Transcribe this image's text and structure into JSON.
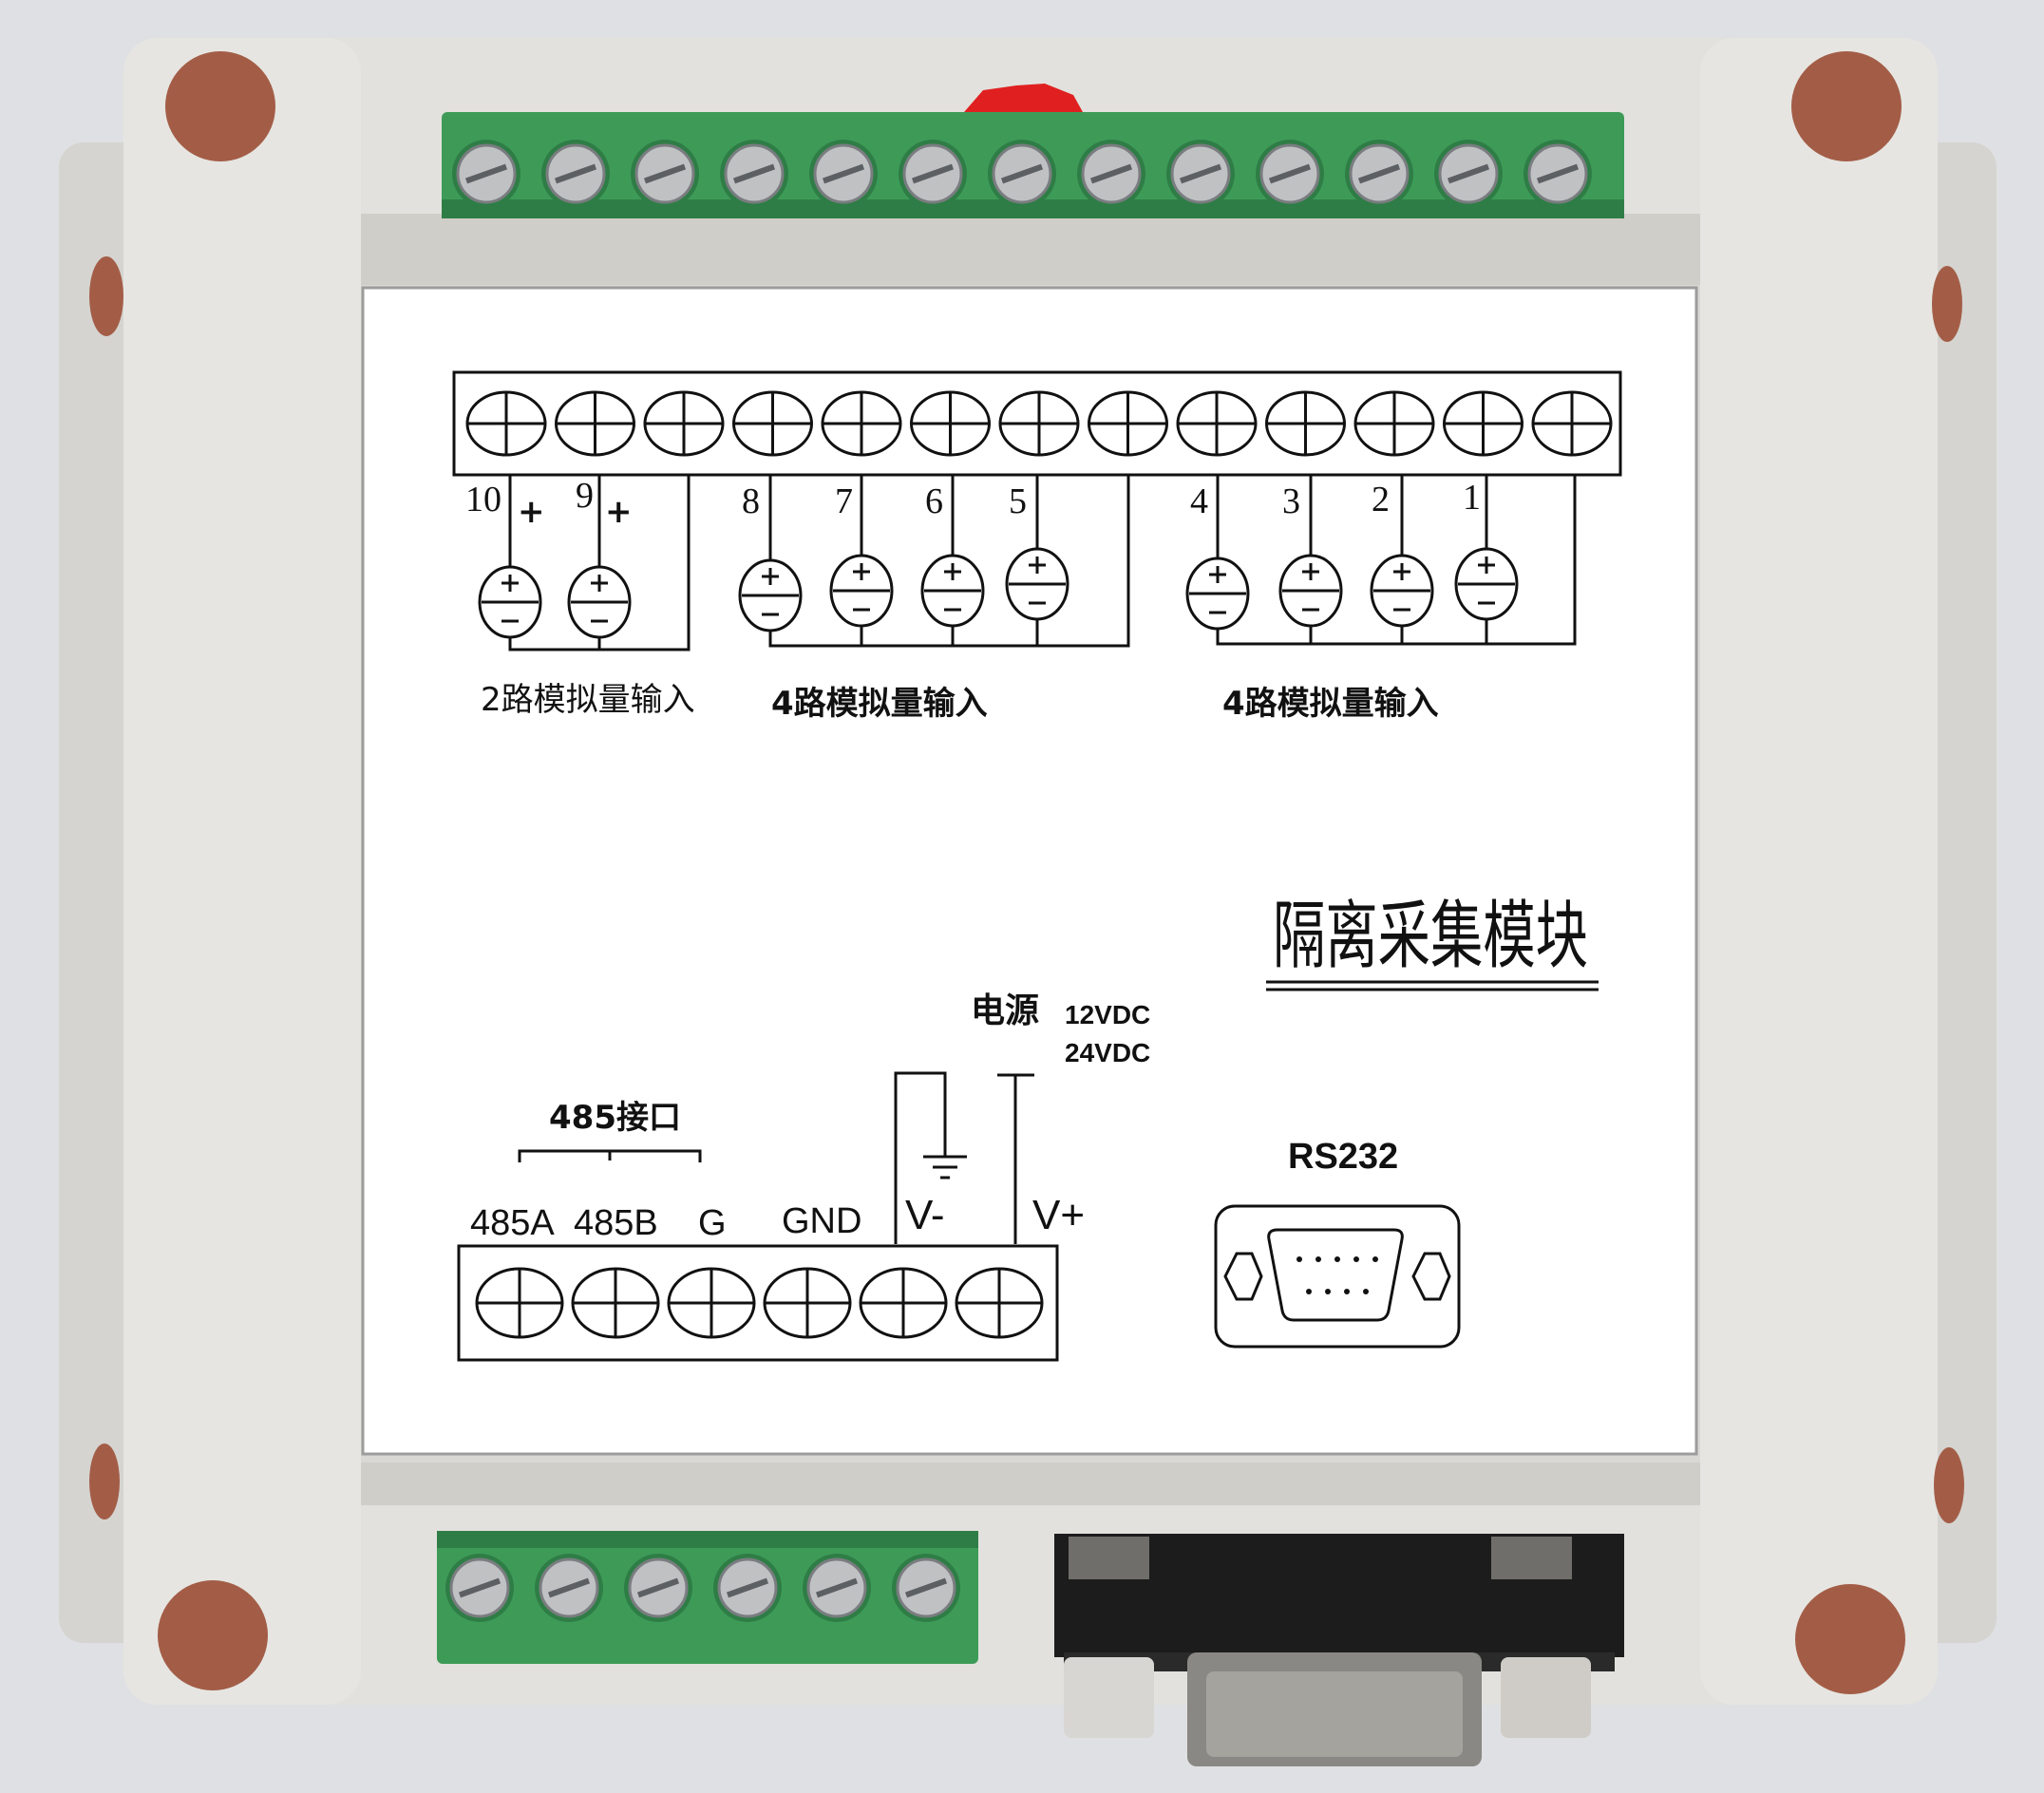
{
  "module": {
    "title": "隔离采集模块",
    "colors": {
      "housing": "#e2e1dd",
      "housing_shadow": "#c9c8c3",
      "terminal_green": "#3d9b57",
      "mount_hole": "#a35d47",
      "label_paper": "#ffffff",
      "ink": "#111111",
      "release_tab": "#e02020",
      "background": "#dfe0e3"
    }
  },
  "top_terminal": {
    "screw_count": 13,
    "channel_numbers": [
      "10",
      "9",
      "8",
      "7",
      "6",
      "5",
      "4",
      "3",
      "2",
      "1"
    ],
    "plus_signs": [
      "+",
      "+"
    ],
    "group_labels": [
      "2路模拟量输入",
      "4路模拟量输入",
      "4路模拟量输入"
    ]
  },
  "bottom_terminal": {
    "screw_count": 6,
    "interface_label": "485接口",
    "pin_labels": [
      "485A",
      "485B",
      "G",
      "GND",
      "V-",
      "V+"
    ]
  },
  "power": {
    "label": "电源",
    "voltage_1": "12VDC",
    "voltage_2": "24VDC"
  },
  "serial_port": {
    "label": "RS232"
  }
}
